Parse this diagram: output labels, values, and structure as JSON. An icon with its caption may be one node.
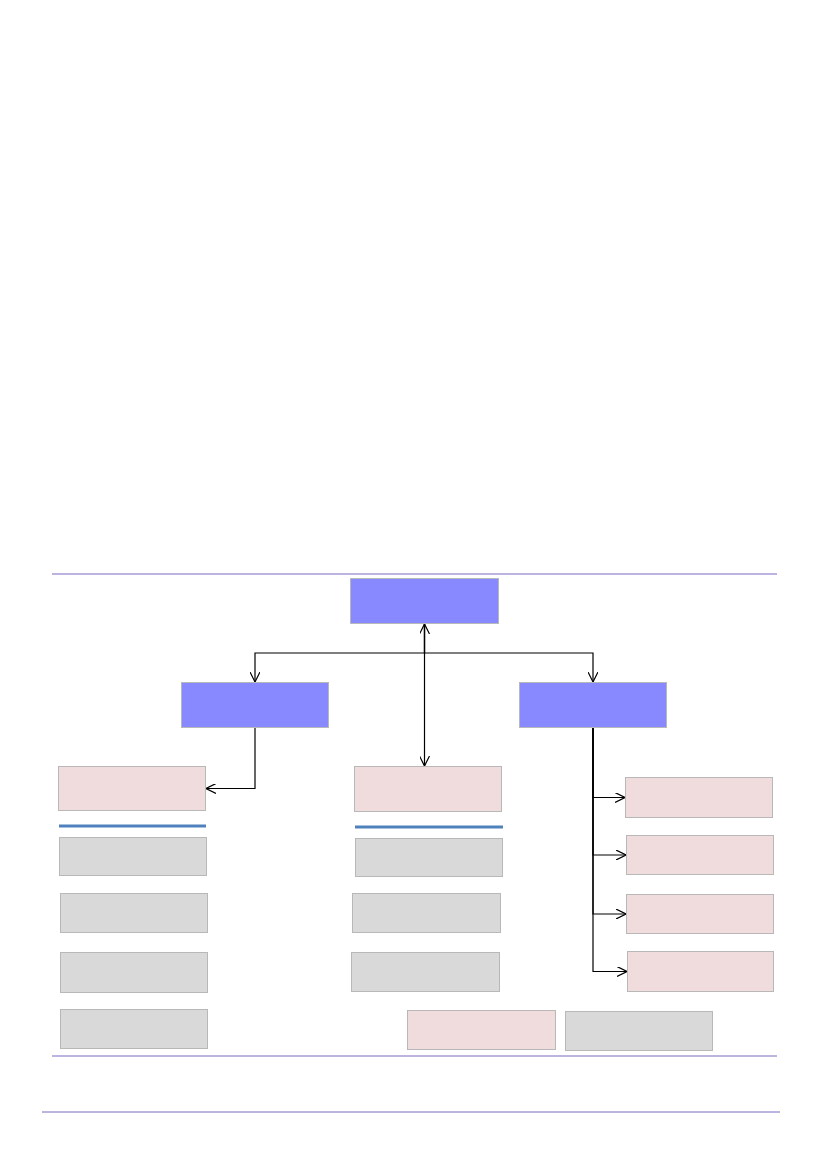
{
  "diagram": {
    "nodes": [
      {
        "text": [],
        "shape": "box"
      },
      {
        "text": [],
        "shape": "box"
      },
      {
        "text": [],
        "shape": "box"
      },
      {
        "text": [],
        "shape": "box"
      },
      {
        "text": [],
        "shape": "box"
      },
      {
        "text": [],
        "shape": "box"
      },
      {
        "text": [],
        "shape": "box"
      },
      {
        "text": [],
        "shape": "box"
      },
      {
        "text": [],
        "shape": "box"
      },
      {
        "text": [],
        "shape": "box"
      },
      {
        "text": [],
        "shape": "box"
      },
      {
        "text": [],
        "shape": "box"
      },
      {
        "text": [],
        "shape": "box"
      },
      {
        "text": [],
        "shape": "box"
      },
      {
        "text": [],
        "shape": "box"
      },
      {
        "text": [],
        "shape": "box"
      },
      {
        "text": [],
        "shape": "box"
      },
      {
        "text": [],
        "shape": "box"
      }
    ],
    "edges": [
      {
        "from": 0,
        "to": 1,
        "arrow": "to"
      },
      {
        "from": 0,
        "to": 2,
        "arrow": "to"
      },
      {
        "from": 0,
        "to": 4,
        "arrow": "both"
      },
      {
        "from": 1,
        "to": 3,
        "arrow": "to"
      },
      {
        "from": 2,
        "to": 5,
        "arrow": "to"
      },
      {
        "from": 2,
        "to": 8,
        "arrow": "to"
      },
      {
        "from": 2,
        "to": 11,
        "arrow": "to"
      },
      {
        "from": 2,
        "to": 14,
        "arrow": "to"
      }
    ]
  }
}
